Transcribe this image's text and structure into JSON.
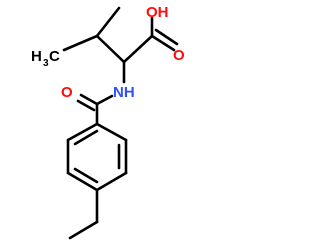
{
  "colors": {
    "bond": "#000000",
    "oxygen": "#ff0d0d",
    "nitrogen": "#3050f8",
    "carbon_label": "#000000"
  },
  "labels": {
    "hydroxyl": "OH",
    "carbonyl_acid_o": "O",
    "amide_n": "NH",
    "amide_o": "O",
    "methyl_c": "H",
    "methyl_sub": "3",
    "methyl_c2": "C"
  }
}
